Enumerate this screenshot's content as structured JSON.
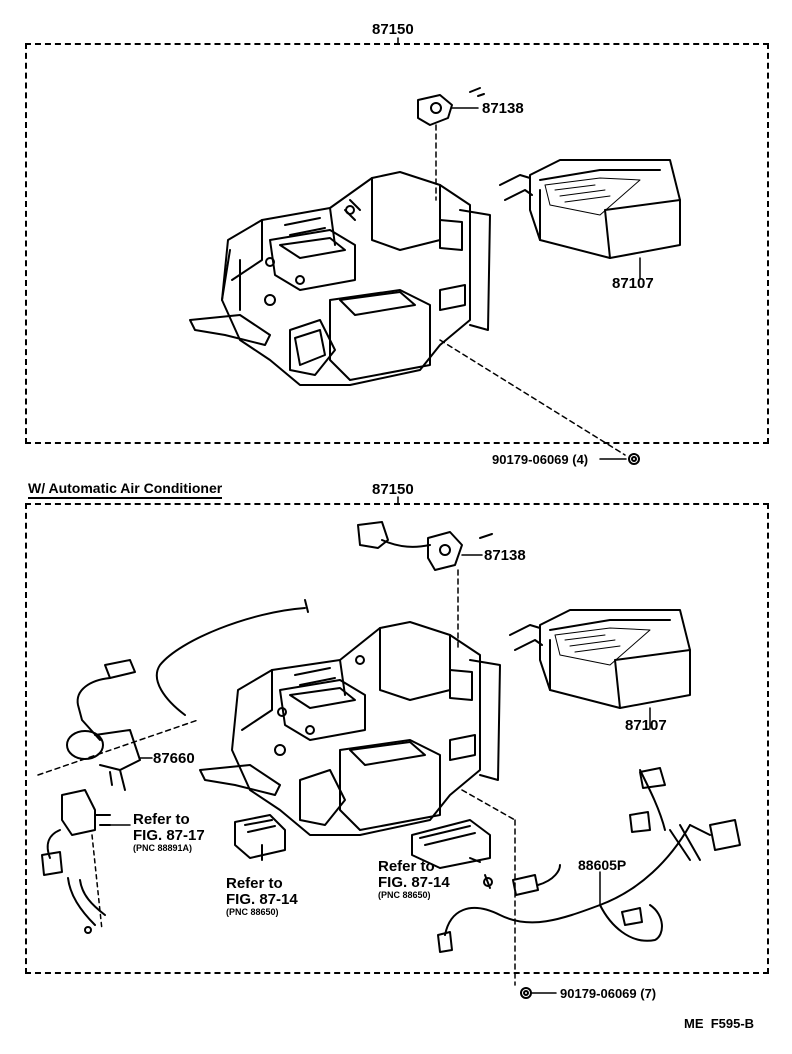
{
  "top": {
    "assembly": "87150",
    "parts": {
      "p87138": "87138",
      "p87107": "87107"
    },
    "bolt": "90179-06069 (4)"
  },
  "bottom": {
    "section_title": "W/ Automatic Air Conditioner",
    "assembly": "87150",
    "parts": {
      "p87138": "87138",
      "p87107": "87107",
      "p87660": "87660",
      "p88605": "88605P"
    },
    "ref_a": {
      "line1": "Refer to",
      "line2": "FIG. 87-17",
      "line3": "(PNC 88891A)"
    },
    "ref_b": {
      "line1": "Refer to",
      "line2": "FIG. 87-14",
      "line3": "(PNC 88650)"
    },
    "ref_c": {
      "line1": "Refer to",
      "line2": "FIG. 87-14",
      "line3": "(PNC 88650)"
    },
    "bolt": "90179-06069 (7)"
  },
  "footer": {
    "code": "ME  F595-B"
  }
}
